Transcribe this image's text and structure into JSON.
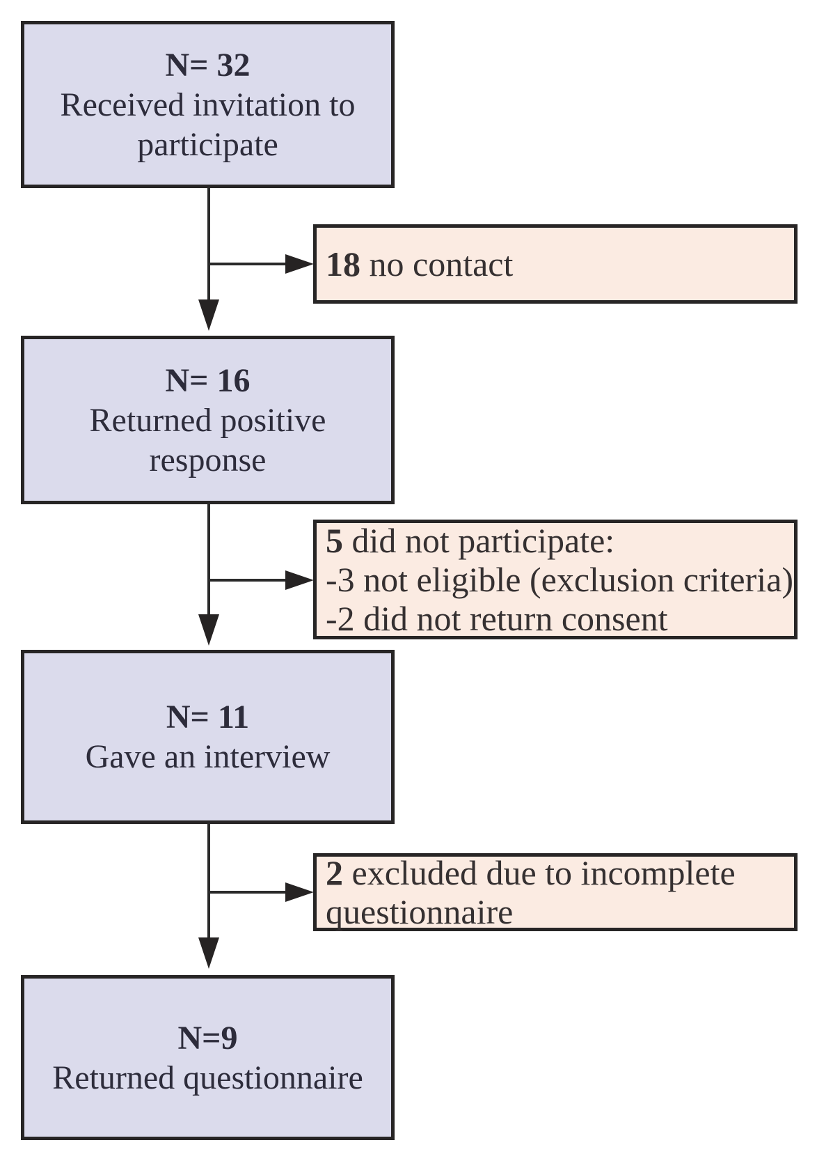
{
  "diagram": {
    "type": "participant-flow-chart",
    "main_boxes": [
      {
        "n_label": "N= 32",
        "description": "Received invitation to participate"
      },
      {
        "n_label": "N= 16",
        "description": "Returned positive response"
      },
      {
        "n_label": "N= 11",
        "description": "Gave an interview"
      },
      {
        "n_label": "N=9",
        "description": "Returned questionnaire"
      }
    ],
    "side_boxes": [
      {
        "lines": [
          {
            "bold": "18",
            "rest": " no contact"
          }
        ]
      },
      {
        "lines": [
          {
            "bold": "5",
            "rest": " did not participate:"
          },
          {
            "bold": "",
            "rest": "-3 not eligible (exclusion criteria)"
          },
          {
            "bold": "",
            "rest": "-2 did not return consent"
          }
        ]
      },
      {
        "lines": [
          {
            "bold": "2",
            "rest": " excluded due to incomplete questionnaire"
          }
        ]
      }
    ],
    "colors": {
      "main_box_fill": "#dbdbec",
      "side_box_fill": "#fbebe2",
      "box_border": "#272525",
      "arrow": "#2a2a2a",
      "text_main": "#2d2c3b",
      "text_side": "#353031",
      "background": "#ffffff"
    }
  }
}
